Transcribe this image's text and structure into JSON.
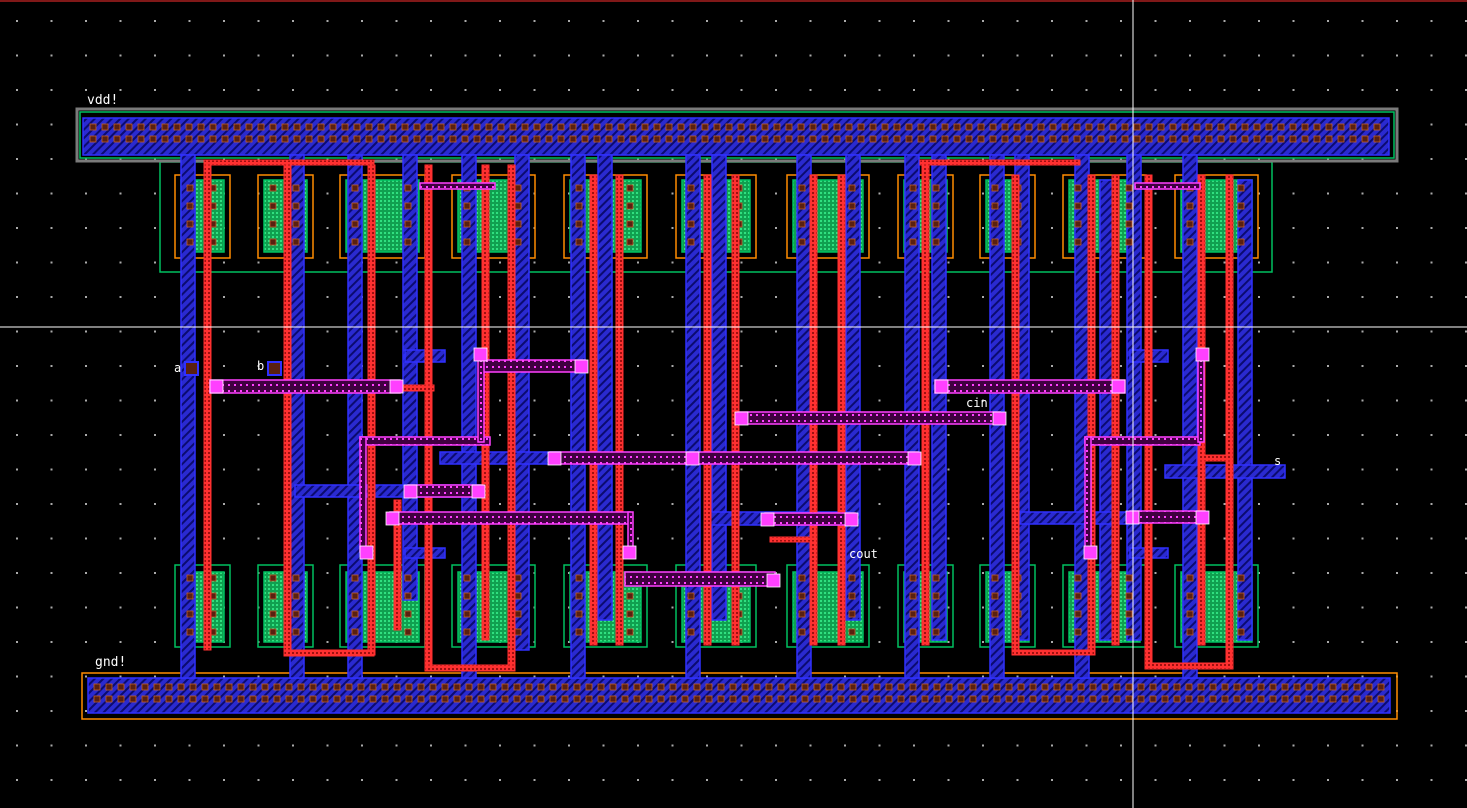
{
  "layout": {
    "power_rail_label": "vdd!",
    "ground_rail_label": "gnd!",
    "pins": {
      "a": "a",
      "b": "b",
      "cin": "cin",
      "cout": "cout",
      "s": "s"
    }
  },
  "colors": {
    "background": "#000000",
    "metal1": "#1a1aff",
    "poly": "#ff2020",
    "metal2": "#ff00ff",
    "nwell": "#00c060",
    "active": "#00cc66",
    "pselect": "#ff8c00",
    "contact": "#6b2a10",
    "crosshair": "#ffffff",
    "grid_dot": "#9a9a9a"
  }
}
